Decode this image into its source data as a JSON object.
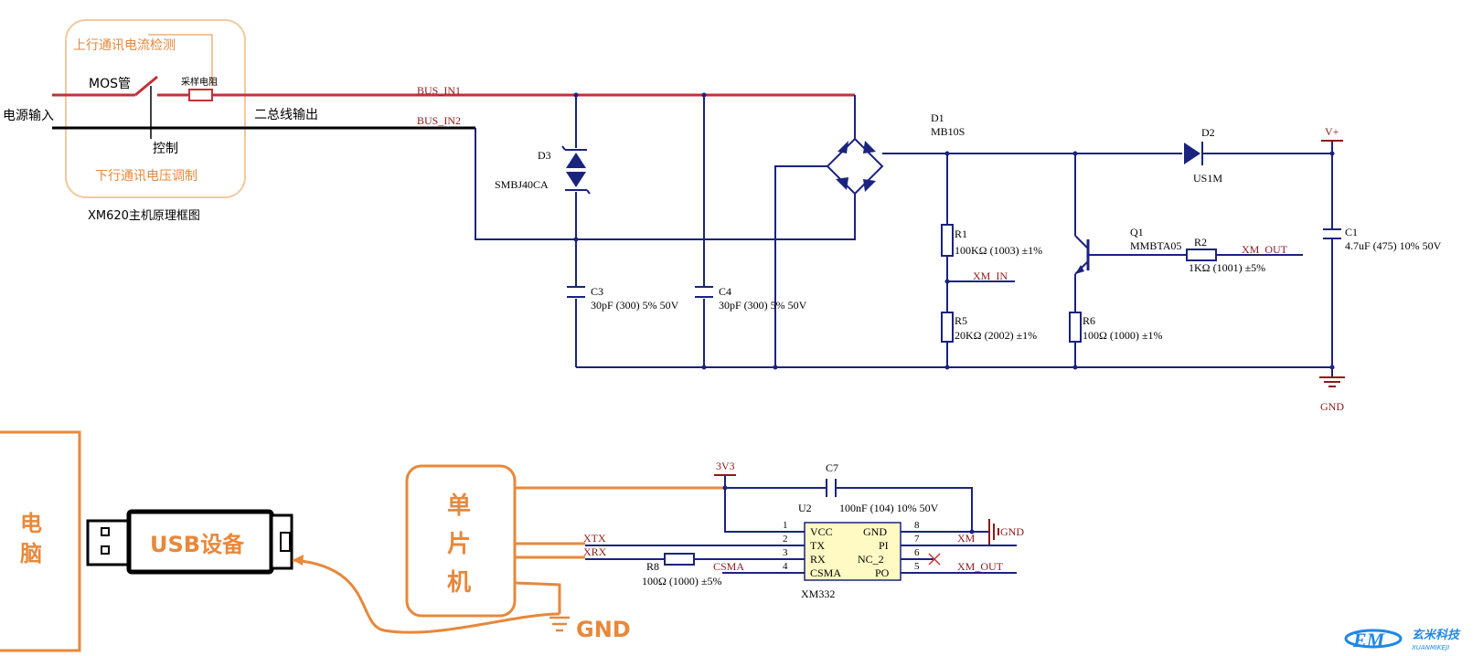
{
  "block": {
    "upcurrent": "上行通讯电流检测",
    "mos": "MOS管",
    "sampler": "采样电阻",
    "power_in": "电源输入",
    "bus_out": "二总线输出",
    "control": "控制",
    "downvolt": "下行通讯电压调制",
    "caption": "XM620主机原理框图"
  },
  "nets": {
    "bus_in1": "BUS_IN1",
    "bus_in2": "BUS_IN2",
    "xm_in": "XM_IN",
    "xm_out": "XM_OUT",
    "vplus": "V+",
    "gnd": "GND",
    "v33": "3V3",
    "xtx": "XTX",
    "xrx": "XRX",
    "csma": "CSMA",
    "xm": "XM",
    "xm_out2": "XM_OUT",
    "gnd2": "GND"
  },
  "parts": {
    "d3_ref": "D3",
    "d3_val": "SMBJ40CA",
    "c3_ref": "C3",
    "c3_val": "30pF (300) 5% 50V",
    "c4_ref": "C4",
    "c4_val": "30pF (300) 5% 50V",
    "d1_ref": "D1",
    "d1_val": "MB10S",
    "d2_ref": "D2",
    "d2_val": "US1M",
    "r1_ref": "R1",
    "r1_val": "100KΩ (1003) ±1%",
    "r5_ref": "R5",
    "r5_val": "20KΩ (2002) ±1%",
    "q1_ref": "Q1",
    "q1_val": "MMBTA05",
    "r2_ref": "R2",
    "r2_val": "1KΩ (1001) ±5%",
    "r6_ref": "R6",
    "r6_val": "100Ω (1000) ±1%",
    "c1_ref": "C1",
    "c1_val": "4.7uF (475) 10% 50V",
    "c7_ref": "C7",
    "c7_val": "100nF (104) 10% 50V",
    "u2_ref": "U2",
    "u2_val": "XM332",
    "r8_ref": "R8",
    "r8_val": "100Ω (1000) ±5%"
  },
  "u2_pins": {
    "left": [
      {
        "num": "1",
        "name": "VCC"
      },
      {
        "num": "2",
        "name": "TX"
      },
      {
        "num": "3",
        "name": "RX"
      },
      {
        "num": "4",
        "name": "CSMA"
      }
    ],
    "right": [
      {
        "num": "8",
        "name": "GND"
      },
      {
        "num": "7",
        "name": "PI"
      },
      {
        "num": "6",
        "name": "NC_2"
      },
      {
        "num": "5",
        "name": "PO"
      }
    ]
  },
  "lower": {
    "pc_1": "电",
    "pc_2": "脑",
    "usb": "USB设备",
    "mcu_1": "单",
    "mcu_2": "片",
    "mcu_3": "机",
    "gnd": "GND"
  },
  "logo": {
    "text": "玄米科技",
    "sub": "XUANMIKEJI"
  },
  "colors": {
    "wire": "#1a237e",
    "red": "#c0323a",
    "orange": "#e8883a",
    "net": "#8b1a1a",
    "chip": "#fff9c4"
  }
}
